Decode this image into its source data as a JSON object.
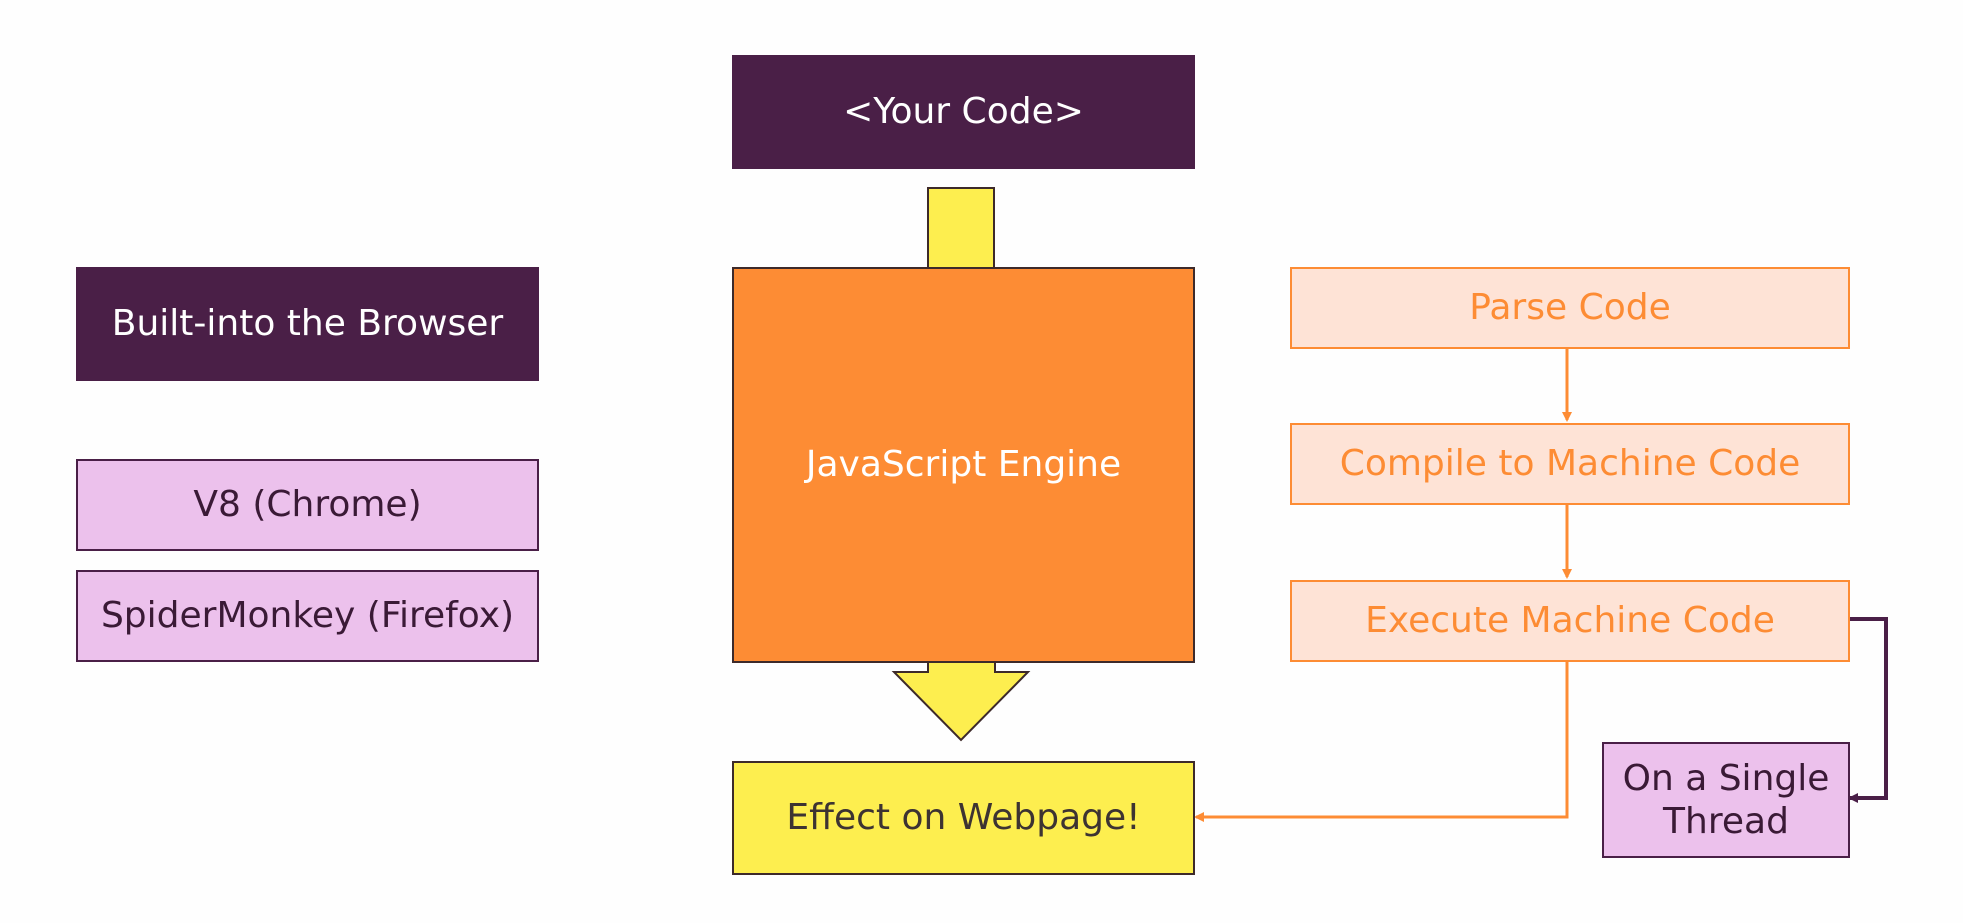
{
  "left_panel": {
    "title": "Built-into the Browser",
    "engines": [
      "V8 (Chrome)",
      "SpiderMonkey (Firefox)"
    ]
  },
  "flow": {
    "source": "<Your Code>",
    "engine": "JavaScript Engine",
    "output": "Effect on Webpage!"
  },
  "steps": [
    "Parse Code",
    "Compile to Machine Code",
    "Execute Machine Code"
  ],
  "thread_note": "On a Single Thread",
  "colors": {
    "dark_purple": "#4a1f47",
    "light_pink": "#ecc1ec",
    "orange": "#fd8c34",
    "light_orange": "#fee3d6",
    "yellow": "#fdee4f"
  }
}
